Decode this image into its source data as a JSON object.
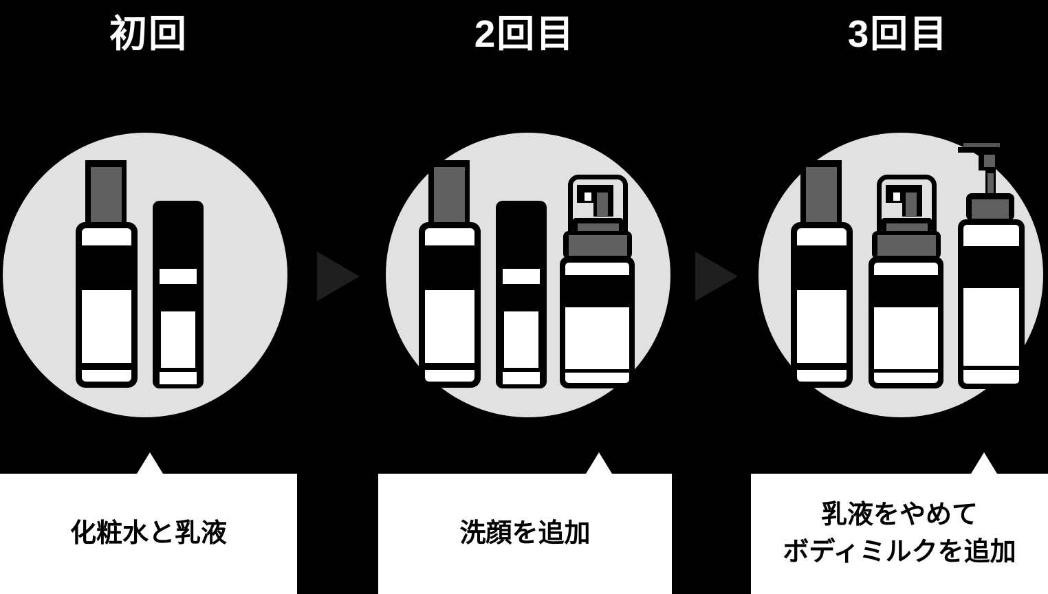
{
  "stages": [
    {
      "title": "初回",
      "caption": "化粧水と乳液",
      "items": [
        "toner-bottle",
        "emulsion-bottle"
      ]
    },
    {
      "title": "2回目",
      "caption": "洗顔を追加",
      "items": [
        "toner-bottle",
        "emulsion-bottle",
        "face-wash-pump-bottle"
      ]
    },
    {
      "title": "3回目",
      "caption_lines": [
        "乳液をやめて",
        "ボディミルクを追加"
      ],
      "items": [
        "toner-bottle",
        "face-wash-pump-bottle",
        "body-milk-pump-bottle"
      ]
    }
  ],
  "colors": {
    "background": "#000000",
    "stage_circle": "#e1e1e1",
    "bottle_outline": "#000000",
    "bottle_gray": "#606060",
    "bottle_gray_dark": "#555555",
    "arrow": "#1f1f1f",
    "caption_box_background": "#ffffff",
    "caption_text": "#000000",
    "title_text": "#ffffff"
  }
}
